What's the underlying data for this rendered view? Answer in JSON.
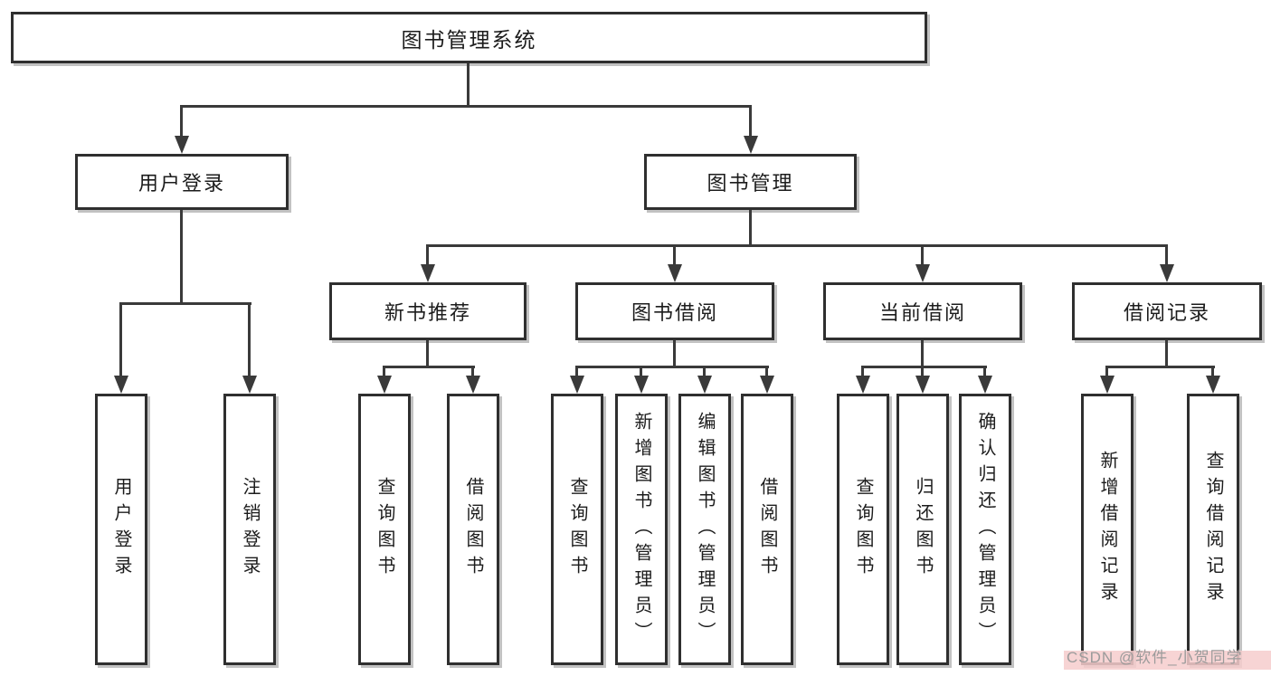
{
  "diagram": {
    "title": "图书管理系统",
    "root": {
      "label": "图书管理系统"
    },
    "level2": [
      {
        "label": "用户登录"
      },
      {
        "label": "图书管理"
      }
    ],
    "level3": [
      {
        "label": "新书推荐"
      },
      {
        "label": "图书借阅"
      },
      {
        "label": "当前借阅"
      },
      {
        "label": "借阅记录"
      }
    ],
    "leaves": [
      {
        "label": "用户登录",
        "parent": "用户登录"
      },
      {
        "label": "注销登录",
        "parent": "用户登录"
      },
      {
        "label": "查询图书",
        "parent": "新书推荐"
      },
      {
        "label": "借阅图书",
        "parent": "新书推荐"
      },
      {
        "label": "查询图书",
        "parent": "图书借阅"
      },
      {
        "label": "新增图书（管理员）",
        "parent": "图书借阅"
      },
      {
        "label": "编辑图书（管理员）",
        "parent": "图书借阅"
      },
      {
        "label": "借阅图书",
        "parent": "图书借阅"
      },
      {
        "label": "查询图书",
        "parent": "当前借阅"
      },
      {
        "label": "归还图书",
        "parent": "当前借阅"
      },
      {
        "label": "确认归还（管理员）",
        "parent": "当前借阅"
      },
      {
        "label": "新增借阅记录",
        "parent": "借阅记录"
      },
      {
        "label": "查询借阅记录",
        "parent": "借阅记录"
      }
    ]
  },
  "watermark": {
    "text": "CSDN @软件_小贺同学"
  },
  "colors": {
    "line": "#3a3a3a",
    "box_border": "#2f2f2f",
    "box_fill": "#ffffff",
    "text": "#1c1c1c",
    "watermark_text": "#9b9b9b",
    "watermark_highlight": "#f6cdcd"
  }
}
